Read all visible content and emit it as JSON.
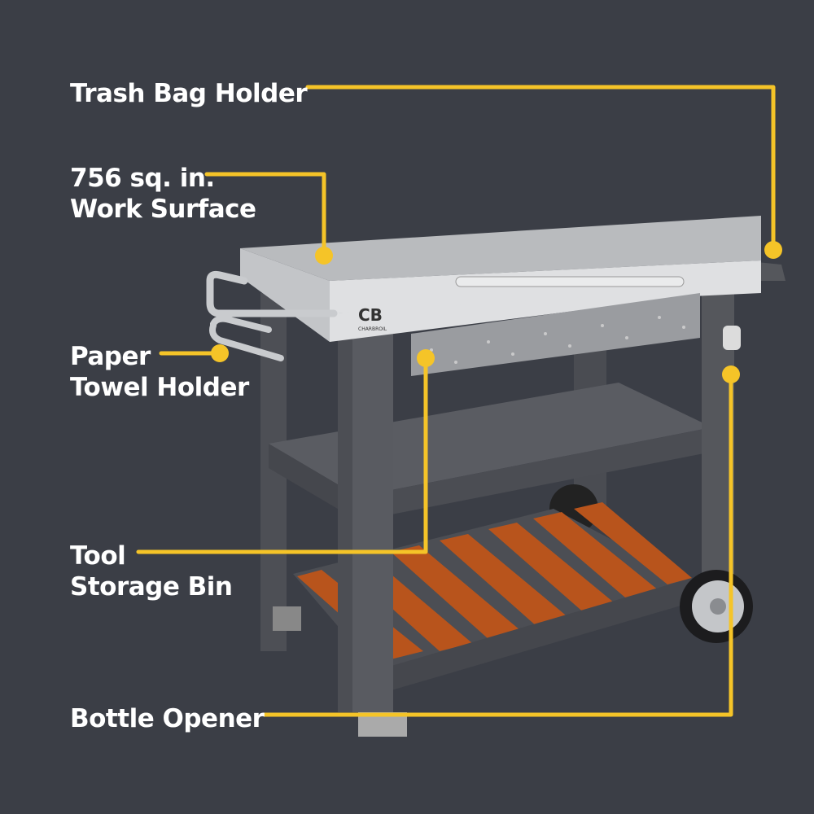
{
  "callouts": [
    {
      "id": "trash",
      "lines": [
        "Trash Bag Holder"
      ]
    },
    {
      "id": "work",
      "lines": [
        "756 sq. in.",
        "Work Surface"
      ]
    },
    {
      "id": "paper",
      "lines": [
        "Paper",
        "Towel Holder"
      ]
    },
    {
      "id": "tool",
      "lines": [
        "Tool",
        "Storage Bin"
      ]
    },
    {
      "id": "bottle",
      "lines": [
        "Bottle Opener"
      ]
    }
  ],
  "product": {
    "brand": "CHARBROIL",
    "logo": "CB"
  },
  "colors": {
    "background": "#3b3e46",
    "accent": "#f5c428",
    "steel": "#c9cbce",
    "frame": "#55575c",
    "wood": "#b8541c"
  }
}
